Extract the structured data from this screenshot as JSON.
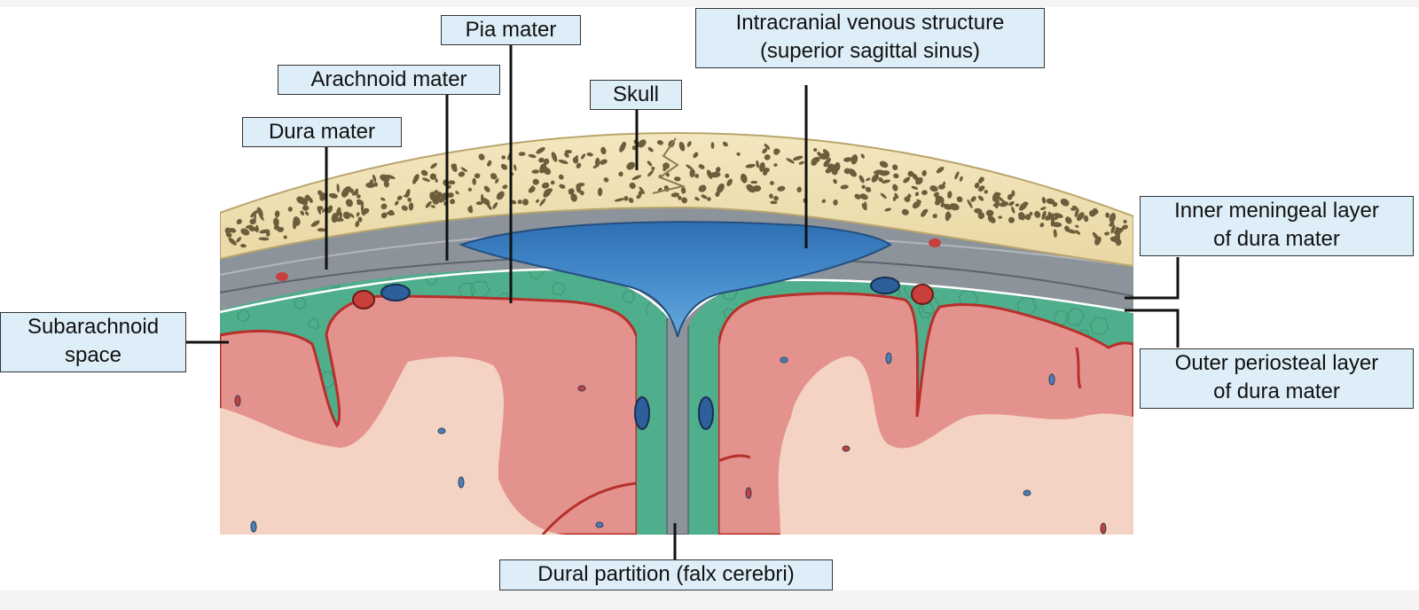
{
  "labels": {
    "pia_mater": "Pia mater",
    "venous_line1": "Intracranial venous structure",
    "venous_line2": "(superior sagittal sinus)",
    "arachnoid_mater": "Arachnoid mater",
    "skull": "Skull",
    "dura_mater": "Dura mater",
    "inner_layer_line1": "Inner meningeal layer",
    "inner_layer_line2": "of dura mater",
    "subarachnoid_line1": "Subarachnoid",
    "subarachnoid_line2": "space",
    "outer_layer_line1": "Outer periosteal layer",
    "outer_layer_line2": "of dura mater",
    "falx": "Dural partition (falx cerebri)"
  },
  "colors": {
    "label_fill": "#ddeef8",
    "bone": "#efe1b2",
    "bone_pore": "#6e5d3c",
    "dura": "#8d939b",
    "sinus": "#3e83c4",
    "subarachnoid": "#4fae8b",
    "gray_matter": "#e4928e",
    "white_matter": "#f4d3c4",
    "pia": "#b7302b"
  }
}
